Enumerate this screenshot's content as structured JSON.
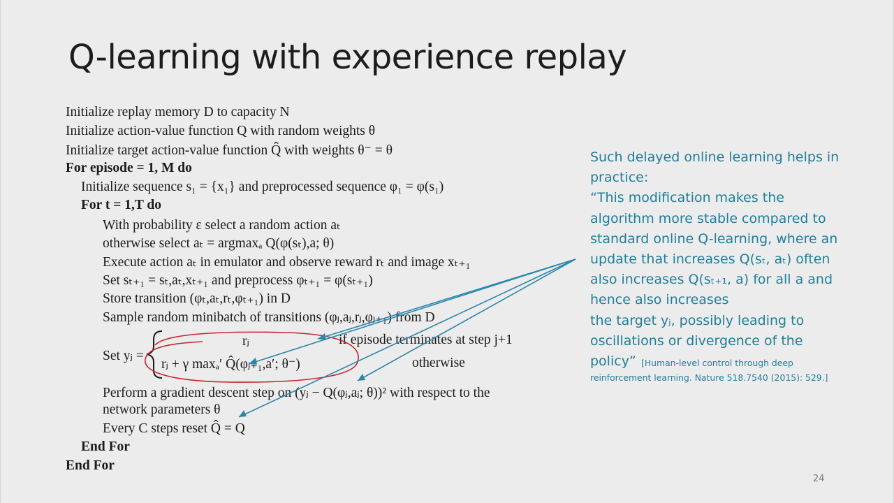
{
  "slide": {
    "title": "Q-learning with experience replay",
    "page_number": "24"
  },
  "algorithm": {
    "lines": [
      "Initialize replay memory D to capacity N",
      "Initialize action-value function Q with random weights θ",
      "Initialize target action-value function Q̂ with weights θ⁻ = θ",
      "For episode = 1, M do",
      "Initialize sequence s₁ = {x₁} and preprocessed sequence φ₁ = φ(s₁)",
      "For t = 1,T do",
      "With probability ε select a random action aₜ",
      "otherwise select aₜ = argmaxₐ Q(φ(sₜ),a; θ)",
      "Execute action aₜ in emulator and observe reward rₜ and image xₜ₊₁",
      "Set sₜ₊₁ = sₜ,aₜ,xₜ₊₁ and preprocess φₜ₊₁ = φ(sₜ₊₁)",
      "Store transition (φₜ,aₜ,rₜ,φₜ₊₁) in D",
      "Sample random minibatch of transitions (φⱼ,aⱼ,rⱼ,φⱼ₊₁) from D",
      "Set yⱼ =",
      "rⱼ",
      "if episode terminates at step j+1",
      "rⱼ + γ maxₐ′ Q̂(φⱼ₊₁,a′; θ⁻)",
      "otherwise",
      "Perform a gradient descent step on (yⱼ − Q(φⱼ,aⱼ; θ))² with respect to the",
      "network parameters θ",
      "Every C steps reset Q̂ = Q",
      "End For",
      "End For"
    ]
  },
  "sidebar": {
    "lines": [
      "Such delayed online learning helps in",
      "practice:",
      "“This modification makes the",
      "algorithm more stable compared to",
      "standard online Q-learning, where an",
      "update that increases Q(sₜ, aₜ) often",
      "also increases Q(sₜ₊₁, a) for all a and",
      "hence also increases",
      "the target yⱼ, possibly leading to",
      "oscillations or divergence of the",
      "policy”"
    ],
    "citation_lines": [
      "[Human-level control through deep",
      "reinforcement learning. Nature 518.7540 (2015): 529.]"
    ]
  },
  "annotations": {
    "arrow_color": "#2a86a8",
    "circle_color": "#c0272d"
  }
}
